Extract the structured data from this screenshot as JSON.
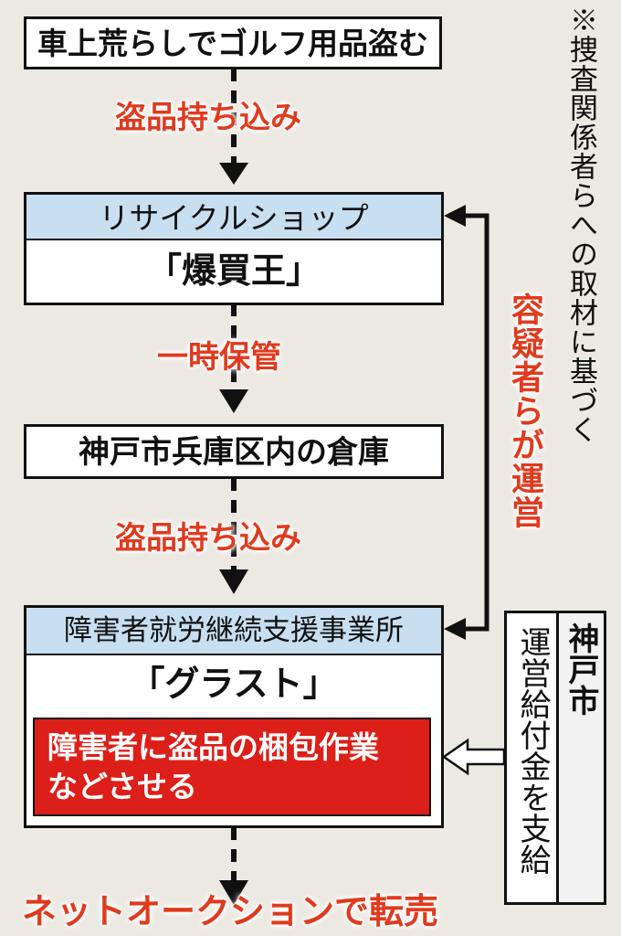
{
  "note": "※捜査関係者らへの取材に基づく",
  "box1": {
    "title": "車上荒らしでゴルフ用品盗む"
  },
  "label1": "盗品持ち込み",
  "box2": {
    "header": "リサイクルショップ",
    "name": "「爆買王」"
  },
  "label2": "一時保管",
  "box3": {
    "title": "神戸市兵庫区内の倉庫"
  },
  "label3": "盗品持ち込み",
  "box4": {
    "header": "障害者就労継続支援事業所",
    "name": "「グラスト」",
    "red_line1": "障害者に盗品の梱包作業",
    "red_line2": "などさせる"
  },
  "suspects_label": "容疑者らが運営",
  "kobe": {
    "title": "神戸市",
    "text": "運営給付金を支給"
  },
  "final": "ネットオークションで転売",
  "colors": {
    "accent_red": "#e03a1e",
    "box_red": "#dc1f18",
    "header_blue": "#c7dff0",
    "background": "#ece8e2"
  }
}
